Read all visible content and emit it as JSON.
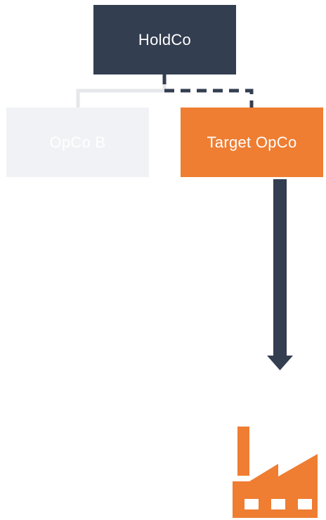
{
  "nodes": {
    "holdco": {
      "label": "HoldCo"
    },
    "opco_b": {
      "label": "OpCo B"
    },
    "target_opco": {
      "label": "Target OpCo"
    }
  },
  "colors": {
    "dark": "#333e50",
    "orange": "#ef7d32",
    "faded": "#f1f2f5",
    "faded_line": "#e6e7ea"
  },
  "icons": {
    "factory": "factory-icon",
    "arrow": "arrow-down"
  }
}
